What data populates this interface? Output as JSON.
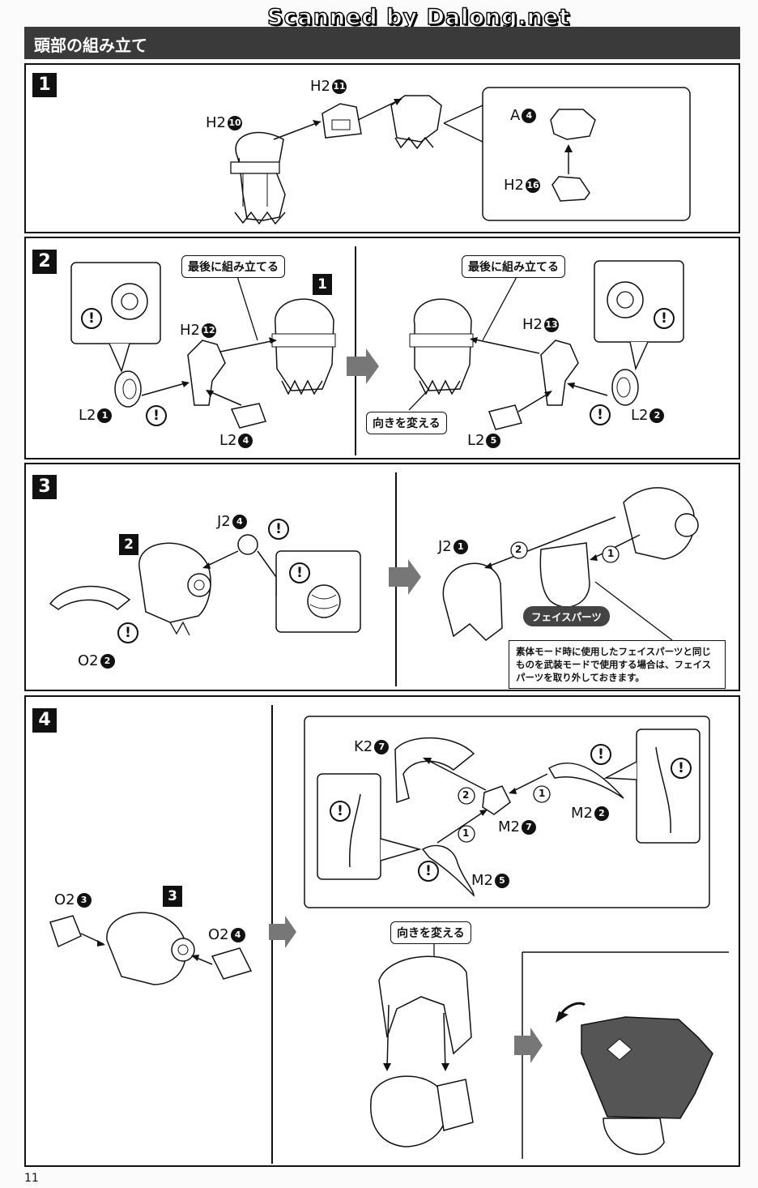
{
  "watermark": "Scanned by Dalong.net",
  "section_title": "頭部の組み立て",
  "page_number": "11",
  "steps": [
    {
      "number": "1",
      "parts": [
        {
          "code": "H2",
          "num": "10"
        },
        {
          "code": "H2",
          "num": "11"
        },
        {
          "code": "A",
          "num": "4"
        },
        {
          "code": "H2",
          "num": "16"
        }
      ]
    },
    {
      "number": "2",
      "callouts": [
        "最後に組み立てる",
        "最後に組み立てる",
        "向きを変える"
      ],
      "ref_step": "1",
      "parts": [
        {
          "code": "H2",
          "num": "12"
        },
        {
          "code": "L2",
          "num": "1"
        },
        {
          "code": "L2",
          "num": "4"
        },
        {
          "code": "H2",
          "num": "13"
        },
        {
          "code": "L2",
          "num": "5"
        },
        {
          "code": "L2",
          "num": "2"
        }
      ]
    },
    {
      "number": "3",
      "ref_step": "2",
      "parts": [
        {
          "code": "J2",
          "num": "4"
        },
        {
          "code": "O2",
          "num": "2"
        },
        {
          "code": "J2",
          "num": "1"
        }
      ],
      "order_marks": [
        "2",
        "1"
      ],
      "face_label": "フェイスパーツ",
      "note": "素体モード時に使用したフェイスパーツと同じものを武装モードで使用する場合は、フェイスパーツを取り外しておきます。"
    },
    {
      "number": "4",
      "ref_step": "3",
      "callouts": [
        "向きを変える"
      ],
      "order_marks": [
        "2",
        "1",
        "1"
      ],
      "parts": [
        {
          "code": "O2",
          "num": "3"
        },
        {
          "code": "O2",
          "num": "4"
        },
        {
          "code": "K2",
          "num": "7"
        },
        {
          "code": "M2",
          "num": "2"
        },
        {
          "code": "M2",
          "num": "7"
        },
        {
          "code": "M2",
          "num": "5"
        }
      ]
    }
  ],
  "icons": [
    "caution-icon",
    "arrow-right-icon",
    "rotate-arrow-icon"
  ]
}
